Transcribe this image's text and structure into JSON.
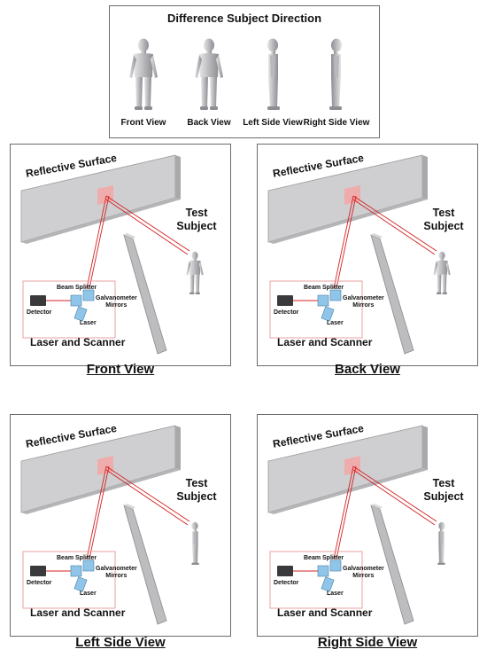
{
  "header": {
    "title": "Difference Subject Direction",
    "views": [
      {
        "label": "Front View",
        "pose": "front"
      },
      {
        "label": "Back View",
        "pose": "back"
      },
      {
        "label": "Left Side View",
        "pose": "left"
      },
      {
        "label": "Right Side View",
        "pose": "right"
      }
    ]
  },
  "panels": [
    {
      "caption": "Front View",
      "pose": "front",
      "reflective_surface": "Reflective Surface",
      "test_subject": "Test Subject",
      "beam_splitter": "Beam Splitter",
      "galvanometer_mirrors": "Galvanometer Mirrors",
      "detector": "Detector",
      "laser": "Laser",
      "laser_and_scanner": "Laser and Scanner"
    },
    {
      "caption": "Back View",
      "pose": "back",
      "reflective_surface": "Reflective Surface",
      "test_subject": "Test Subject",
      "beam_splitter": "Beam Splitter",
      "galvanometer_mirrors": "Galvanometer Mirrors",
      "detector": "Detector",
      "laser": "Laser",
      "laser_and_scanner": "Laser and Scanner"
    },
    {
      "caption": "Left Side View",
      "pose": "left",
      "reflective_surface": "Reflective Surface",
      "test_subject": "Test Subject",
      "beam_splitter": "Beam Splitter",
      "galvanometer_mirrors": "Galvanometer Mirrors",
      "detector": "Detector",
      "laser": "Laser",
      "laser_and_scanner": "Laser and Scanner"
    },
    {
      "caption": "Right Side View",
      "pose": "right",
      "reflective_surface": "Reflective Surface",
      "test_subject": "Test Subject",
      "beam_splitter": "Beam Splitter",
      "galvanometer_mirrors": "Galvanometer Mirrors",
      "detector": "Detector",
      "laser": "Laser",
      "laser_and_scanner": "Laser and Scanner"
    }
  ],
  "colors": {
    "beam": "#d42020",
    "highlight": "#f4a6a6",
    "wall": "#cfcfd1",
    "frame": "#6b6b6b",
    "device": "#8ec5e8"
  }
}
